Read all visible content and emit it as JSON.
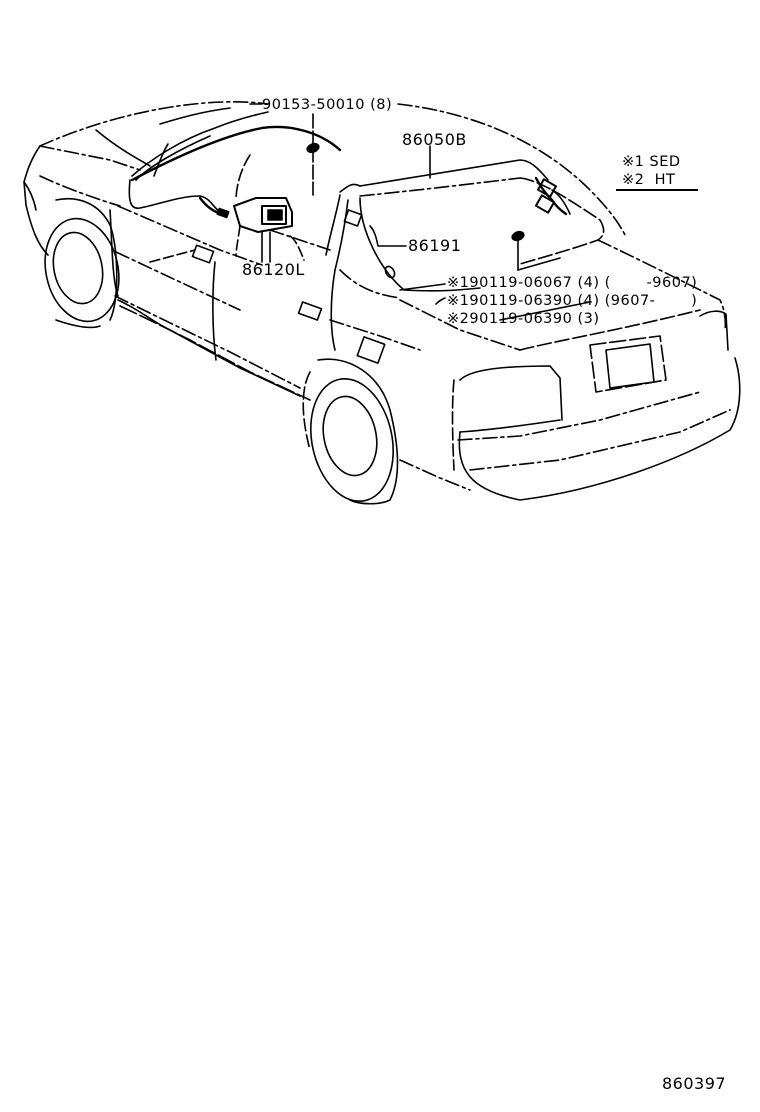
{
  "diagram": {
    "type": "parts-illustration",
    "subject": "vehicle rear body / high-mounted stop lamp & mirror wiring (sedan)",
    "colors": {
      "line": "#000000",
      "background": "#ffffff"
    }
  },
  "callouts": {
    "clip_top": "90153-50010 (8)",
    "rear_window_molding": "86050B",
    "unit_left": "86120L",
    "part_86191": "86191",
    "clip_1a": "※190119-06067 (4) (       -9607)",
    "clip_1b": "※190119-06390 (4) (9607-       )",
    "clip_2": "※290119-06390 (3)"
  },
  "legend": {
    "items": [
      {
        "mark": "※1",
        "label": "SED"
      },
      {
        "mark": "※2",
        "label": "HT"
      }
    ],
    "line1": "※1 SED",
    "line2": "※2  HT"
  },
  "footer": {
    "figure_number": "860397"
  }
}
